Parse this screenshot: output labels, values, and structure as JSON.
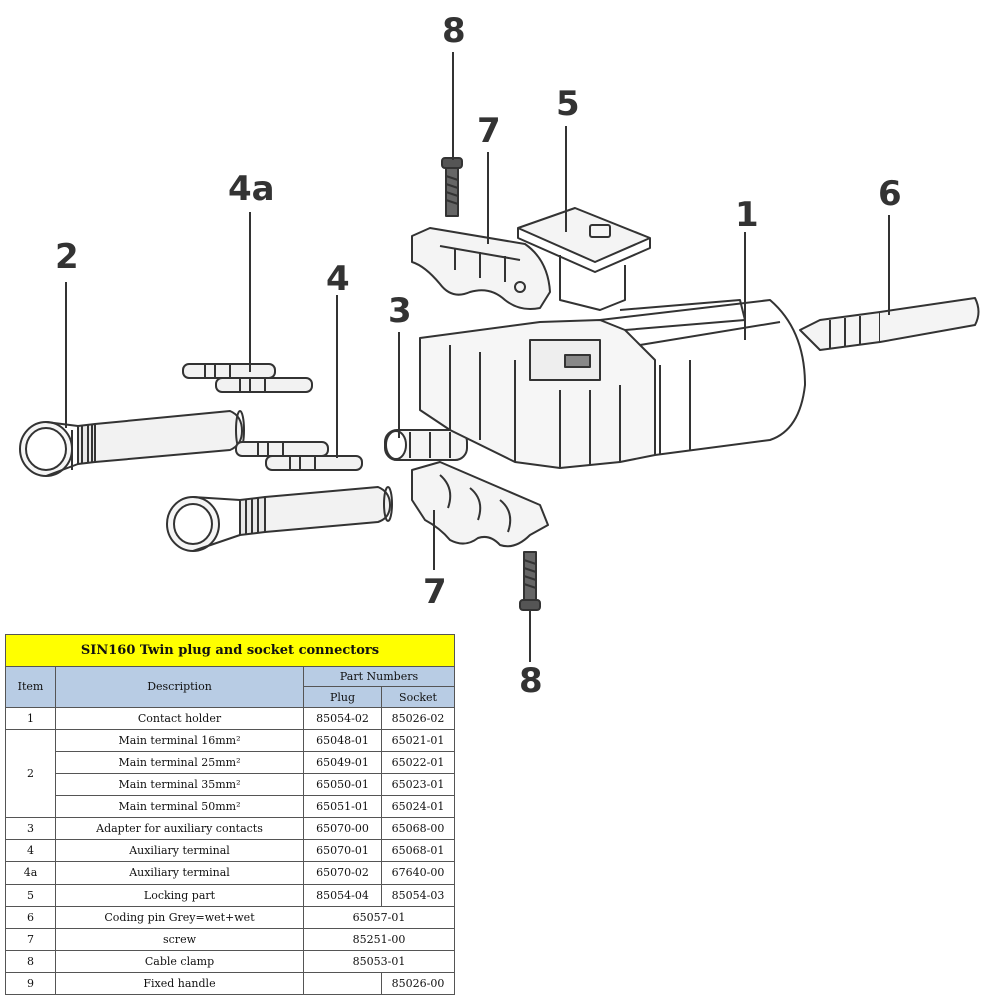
{
  "callouts": {
    "c1": "1",
    "c2": "2",
    "c3": "3",
    "c4": "4",
    "c4a": "4a",
    "c5": "5",
    "c6": "6",
    "c7_top": "7",
    "c7_bottom": "7",
    "c8_top": "8",
    "c8_bottom": "8"
  },
  "table": {
    "title": "SIN160 Twin plug and socket connectors",
    "headers": {
      "item": "Item",
      "description": "Description",
      "part_numbers": "Part Numbers",
      "plug": "Plug",
      "socket": "Socket"
    },
    "rows": [
      {
        "item": "1",
        "description": "Contact holder",
        "plug": "85054-02",
        "socket": "85026-02"
      },
      {
        "item": "2",
        "description": "Main terminal 16mm²",
        "plug": "65048-01",
        "socket": "65021-01"
      },
      {
        "item": "",
        "description": "Main terminal 25mm²",
        "plug": "65049-01",
        "socket": "65022-01"
      },
      {
        "item": "",
        "description": "Main terminal 35mm²",
        "plug": "65050-01",
        "socket": "65023-01"
      },
      {
        "item": "",
        "description": "Main terminal 50mm²",
        "plug": "65051-01",
        "socket": "65024-01"
      },
      {
        "item": "3",
        "description": "Adapter for auxiliary contacts",
        "plug": "65070-00",
        "socket": "65068-00"
      },
      {
        "item": "4",
        "description": "Auxiliary terminal",
        "plug": "65070-01",
        "socket": "65068-01"
      },
      {
        "item": "4a",
        "description": "Auxiliary terminal",
        "plug": "65070-02",
        "socket": "67640-00"
      },
      {
        "item": "5",
        "description": "Locking part",
        "plug": "85054-04",
        "socket": "85054-03"
      },
      {
        "item": "6",
        "description": "Coding pin Grey=wet+wet",
        "combined": "65057-01"
      },
      {
        "item": "7",
        "description": "screw",
        "combined": "85251-00"
      },
      {
        "item": "8",
        "description": "Cable clamp",
        "combined": "85053-01"
      },
      {
        "item": "9",
        "description": "Fixed handle",
        "plug": "",
        "socket": "85026-00"
      }
    ]
  }
}
